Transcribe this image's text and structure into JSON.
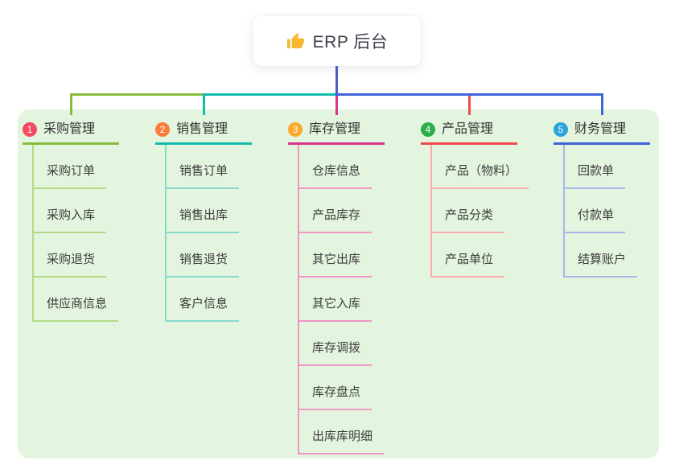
{
  "root": {
    "title": "ERP 后台",
    "icon": "thumbs-up-icon",
    "icon_color": "#f5b82e"
  },
  "colors": {
    "page_background": "#ffffff",
    "panel_background": "#e4f5df",
    "trunk": "#4c5fc7",
    "text_dark": "#3c3c3c",
    "root_text": "#3a3f4b"
  },
  "branches": [
    {
      "index": "1",
      "label": "采购管理",
      "badge_color": "#f54a61",
      "line_color": "#86bb3e",
      "light_color": "#b2da86",
      "children": [
        "采购订单",
        "采购入库",
        "采购退货",
        "供应商信息"
      ]
    },
    {
      "index": "2",
      "label": "销售管理",
      "badge_color": "#f97c3d",
      "line_color": "#12bcac",
      "light_color": "#88d9cc",
      "children": [
        "销售订单",
        "销售出库",
        "销售退货",
        "客户信息"
      ]
    },
    {
      "index": "3",
      "label": "库存管理",
      "badge_color": "#f9a827",
      "line_color": "#d6358c",
      "light_color": "#f096c6",
      "children": [
        "仓库信息",
        "产品库存",
        "其它出库",
        "其它入库",
        "库存调拨",
        "库存盘点",
        "出库库明细"
      ]
    },
    {
      "index": "4",
      "label": "产品管理",
      "badge_color": "#2bae4b",
      "line_color": "#f04a50",
      "light_color": "#f8adac",
      "children": [
        "产品（物料）",
        "产品分类",
        "产品单位"
      ]
    },
    {
      "index": "5",
      "label": "财务管理",
      "badge_color": "#2aa3dc",
      "line_color": "#3f63d8",
      "light_color": "#a6b8e8",
      "children": [
        "回款单",
        "付款单",
        "结算账户"
      ]
    }
  ]
}
